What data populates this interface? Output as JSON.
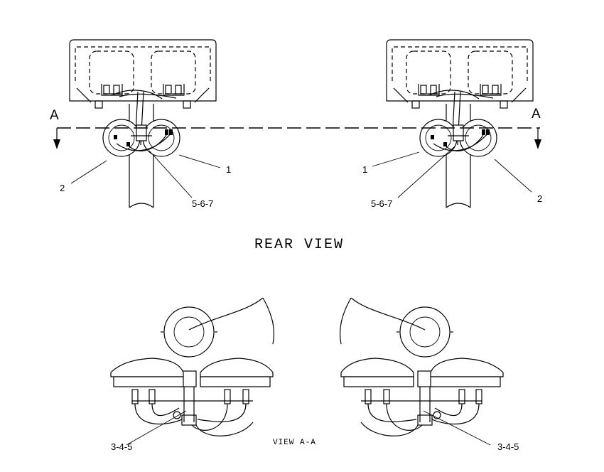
{
  "section_marker": {
    "left": "A",
    "right": "A"
  },
  "rear_view": {
    "left_callouts": {
      "c1": "1",
      "c2": "2",
      "c3": "5-6-7"
    },
    "right_callouts": {
      "c1": "1",
      "c2": "2",
      "c3": "5-6-7"
    },
    "title": "REAR VIEW"
  },
  "view_aa": {
    "left_callout": "3-4-5",
    "right_callout": "3-4-5",
    "title": "VIEW A-A"
  }
}
